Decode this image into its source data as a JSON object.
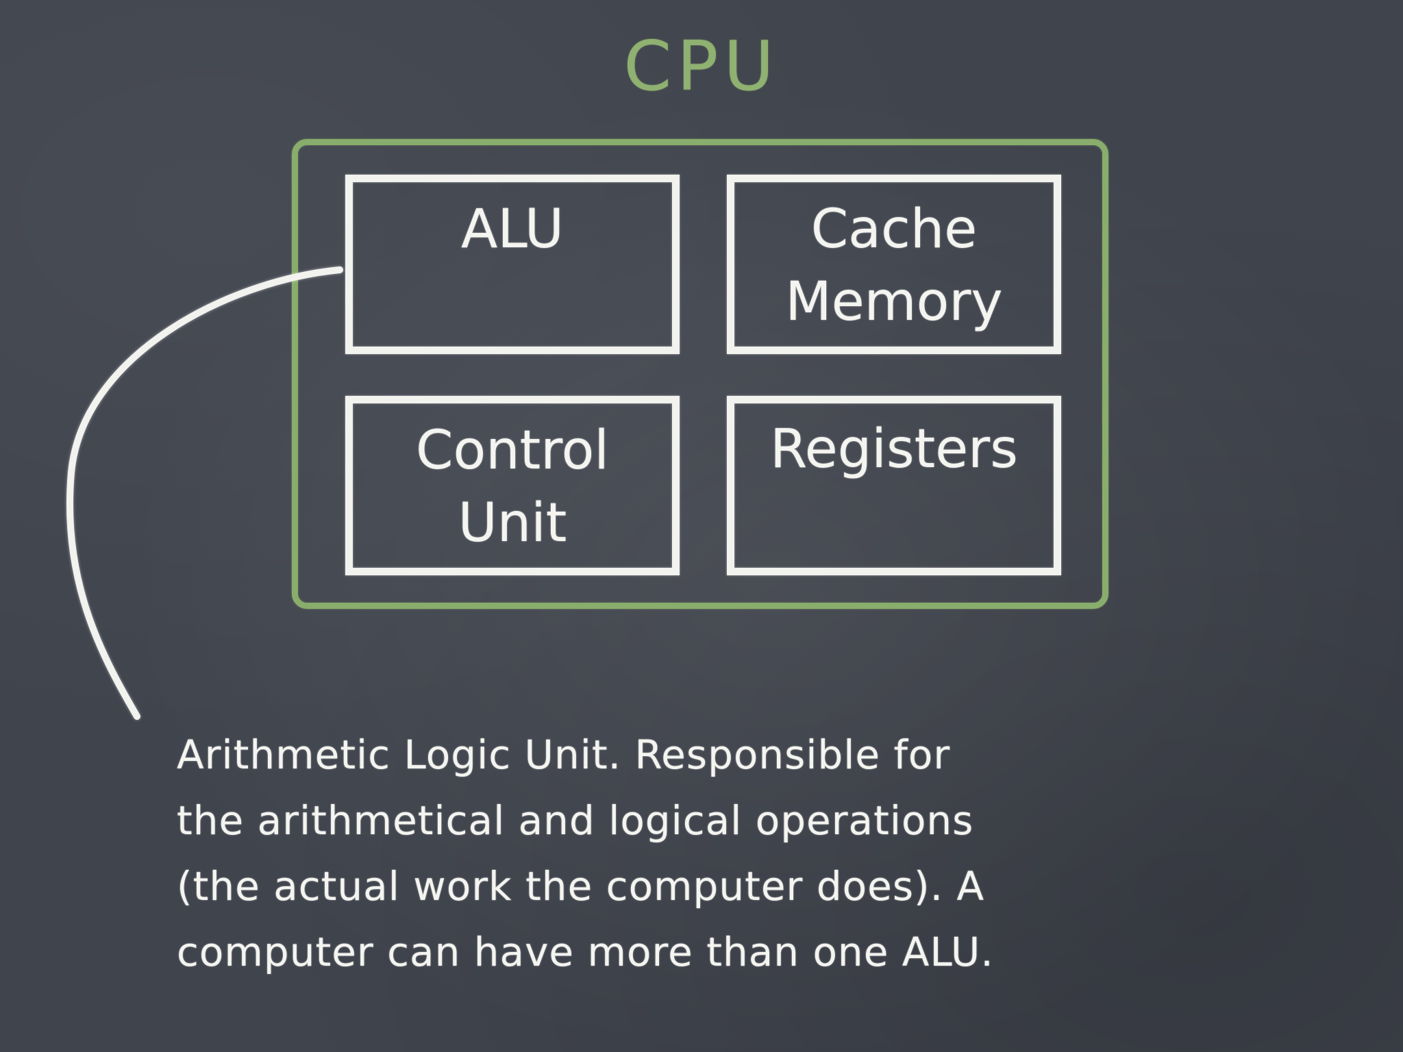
{
  "slide": {
    "title": "CPU",
    "units": {
      "alu": "ALU",
      "cache": "Cache\nMemory",
      "control": "Control\nUnit",
      "registers": "Registers"
    },
    "description": "Arithmetic Logic Unit. Responsible for\nthe arithmetical and logical operations\n(the actual work the computer does). A\ncomputer can have more than one ALU."
  },
  "colors": {
    "background": "#40444d",
    "chalk_white": "#f2f2ee",
    "chalk_green": "#89ad6c"
  }
}
